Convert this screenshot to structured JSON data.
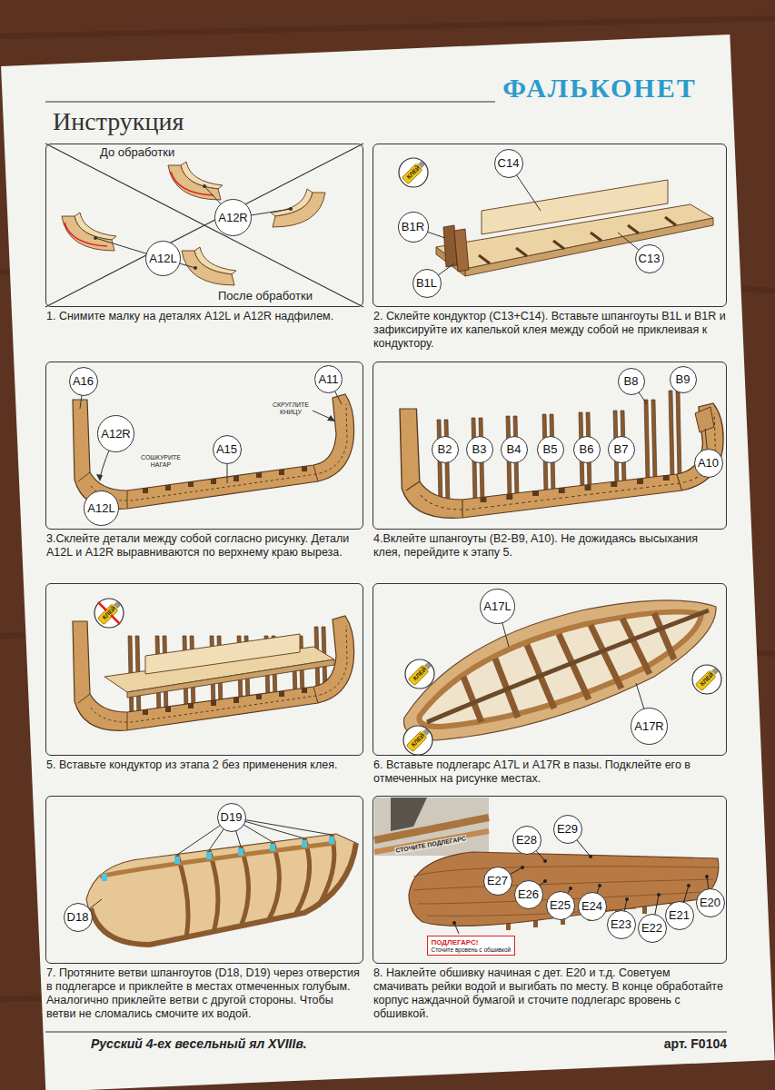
{
  "diagram": {
    "title": "Инструкция",
    "nodes": [
      {
        "text": [
          "1. Снимите малку на деталях A12L и A12R надфилем."
        ]
      },
      {
        "text": [
          "A12R"
        ],
        "in": 0
      },
      {
        "text": [
          "A12L"
        ],
        "in": 0
      },
      {
        "text": [
          "2. Склейте кондуктор (C13+C14). Вставьте шпангоуты B1L и B1R и зафиксируйте их капелькой клея между собой не приклеивая к кондуктору."
        ]
      },
      {
        "text": [
          "C14"
        ],
        "in": 3
      },
      {
        "text": [
          "B1R"
        ],
        "in": 3
      },
      {
        "text": [
          "B1L"
        ],
        "in": 3
      },
      {
        "text": [
          "C13"
        ],
        "in": 3
      },
      {
        "text": [
          "3.Склейте детали между собой согласно рисунку. Детали A12L и A12R выравниваются по верхнему краю выреза."
        ]
      },
      {
        "text": [
          "A16"
        ],
        "in": 8
      },
      {
        "text": [
          "A12R"
        ],
        "in": 8
      },
      {
        "text": [
          "A15"
        ],
        "in": 8
      },
      {
        "text": [
          "A11"
        ],
        "in": 8
      },
      {
        "text": [
          "A12L"
        ],
        "in": 8
      },
      {
        "text": [
          "4.Вклейте шпангоуты (B2-B9, A10). Не дожидаясь высыхания клея, перейдите к этапу 5."
        ]
      },
      {
        "text": [
          "B8"
        ],
        "in": 14
      },
      {
        "text": [
          "B9"
        ],
        "in": 14
      },
      {
        "text": [
          "B2"
        ],
        "in": 14
      },
      {
        "text": [
          "B3"
        ],
        "in": 14
      },
      {
        "text": [
          "B4"
        ],
        "in": 14
      },
      {
        "text": [
          "B5"
        ],
        "in": 14
      },
      {
        "text": [
          "B6"
        ],
        "in": 14
      },
      {
        "text": [
          "B7"
        ],
        "in": 14
      },
      {
        "text": [
          "A10"
        ],
        "in": 14
      },
      {
        "text": [
          "5. Вставьте кондуктор из этапа 2 без применения клея."
        ]
      },
      {
        "text": [
          "6. Вставьте подлегарс A17L и A17R в пазы. Подклейте его в отмеченных на рисунке местах."
        ]
      },
      {
        "text": [
          "A17L"
        ],
        "in": 25
      },
      {
        "text": [
          "A17R"
        ],
        "in": 25
      },
      {
        "text": [
          "7. Протяните ветви шпангоутов (D18, D19) через отверстия в подлегарсе и приклейте в местах отмеченных голубым. Аналогично приклейте ветви с другой стороны. Чтобы ветви не сломались смочите их водой."
        ]
      },
      {
        "text": [
          "D19"
        ],
        "in": 28
      },
      {
        "text": [
          "D18"
        ],
        "in": 28
      },
      {
        "text": [
          "8. Наклейте обшивку начиная с дет. E20 и т.д. Советуем смачивать рейки водой и выгибать по месту. В конце обработайте корпус наждачной бумагой и сточите подлегарс вровень с обшивкой."
        ]
      },
      {
        "text": [
          "E28"
        ],
        "in": 31
      },
      {
        "text": [
          "E29"
        ],
        "in": 31
      },
      {
        "text": [
          "E27"
        ],
        "in": 31
      },
      {
        "text": [
          "E26"
        ],
        "in": 31
      },
      {
        "text": [
          "E25"
        ],
        "in": 31
      },
      {
        "text": [
          "E24"
        ],
        "in": 31
      },
      {
        "text": [
          "E23"
        ],
        "in": 31
      },
      {
        "text": [
          "E22"
        ],
        "in": 31
      },
      {
        "text": [
          "E21"
        ],
        "in": 31
      },
      {
        "text": [
          "E20"
        ],
        "in": 31
      },
      {
        "text": [
          "ПОДЛЕГАРС!",
          "Сточите вровень с обшивкой"
        ],
        "in": 31
      }
    ],
    "labels": [
      "ФАЛЬКОНЕТ",
      "До обработки",
      "После обработки",
      "КЛЕЙ",
      "СОШКУРИТЕ НАГАР",
      "СКРУГЛИТЕ КНИЦУ",
      "КЛЕЙ",
      "КЛЕЙ",
      "КЛЕЙ",
      "КЛЕЙ",
      "СТОЧИТЕ ПОДЛЕГАРС",
      "Русский 4-ех весельный ял XVIIIв.",
      "арт. F0104"
    ]
  }
}
